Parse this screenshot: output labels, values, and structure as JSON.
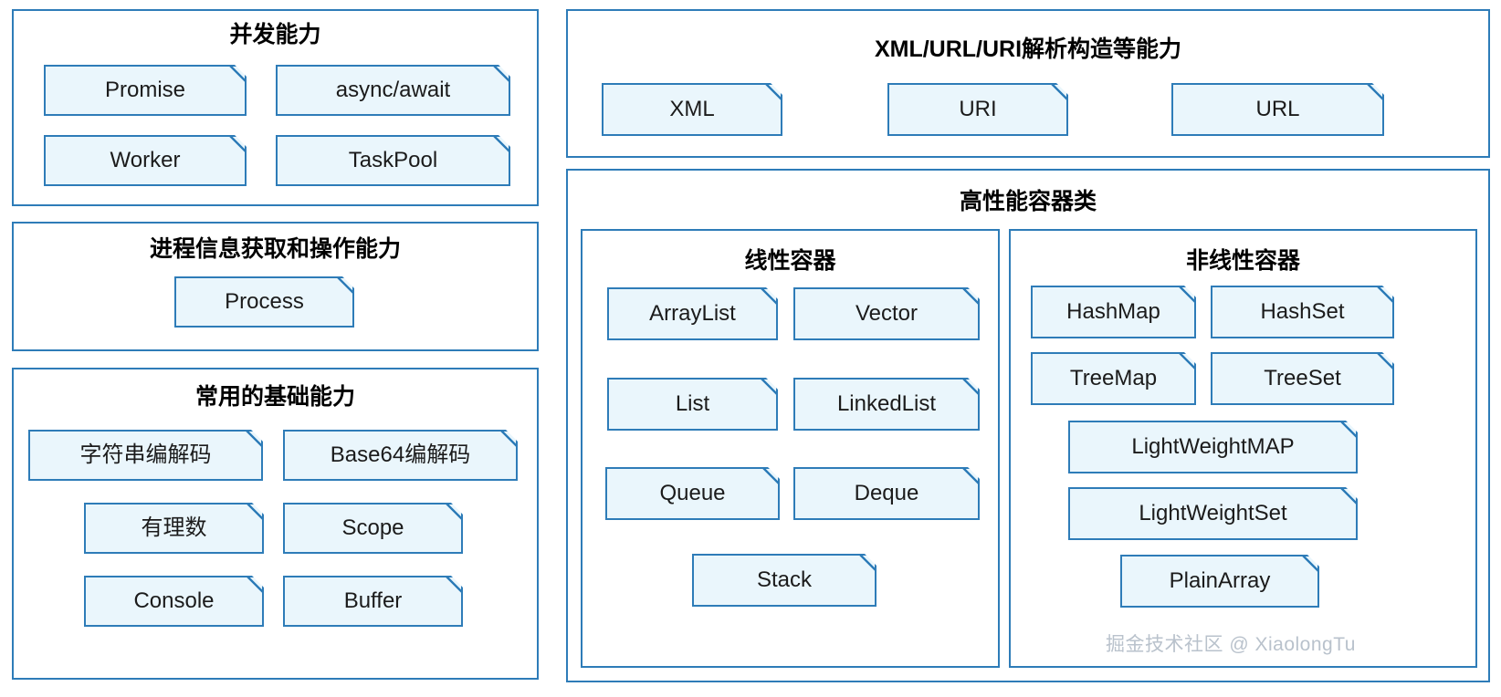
{
  "diagram": {
    "watermark": "掘金技术社区 @ XiaolongTu",
    "accent_color": "#2E7CB8",
    "node_fill_color": "#EAF6FC",
    "background_color": "#FFFFFF"
  },
  "panels": {
    "concurrency": {
      "title": "并发能力",
      "nodes": [
        {
          "label": "Promise"
        },
        {
          "label": "async/await"
        },
        {
          "label": "Worker"
        },
        {
          "label": "TaskPool"
        }
      ]
    },
    "process": {
      "title": "进程信息获取和操作能力",
      "nodes": [
        {
          "label": "Process"
        }
      ]
    },
    "basic": {
      "title": "常用的基础能力",
      "nodes": [
        {
          "label": "字符串编解码"
        },
        {
          "label": "Base64编解码"
        },
        {
          "label": "有理数"
        },
        {
          "label": "Scope"
        },
        {
          "label": "Console"
        },
        {
          "label": "Buffer"
        }
      ]
    },
    "parsing": {
      "title": "XML/URL/URI解析构造等能力",
      "nodes": [
        {
          "label": "XML"
        },
        {
          "label": "URI"
        },
        {
          "label": "URL"
        }
      ]
    },
    "containers": {
      "title": "高性能容器类",
      "linear": {
        "title": "线性容器",
        "nodes": [
          {
            "label": "ArrayList"
          },
          {
            "label": "Vector"
          },
          {
            "label": "List"
          },
          {
            "label": "LinkedList"
          },
          {
            "label": "Queue"
          },
          {
            "label": "Deque"
          },
          {
            "label": "Stack"
          }
        ]
      },
      "nonlinear": {
        "title": "非线性容器",
        "nodes": [
          {
            "label": "HashMap"
          },
          {
            "label": "HashSet"
          },
          {
            "label": "TreeMap"
          },
          {
            "label": "TreeSet"
          },
          {
            "label": "LightWeightMAP"
          },
          {
            "label": "LightWeightSet"
          },
          {
            "label": "PlainArray"
          }
        ]
      }
    }
  }
}
